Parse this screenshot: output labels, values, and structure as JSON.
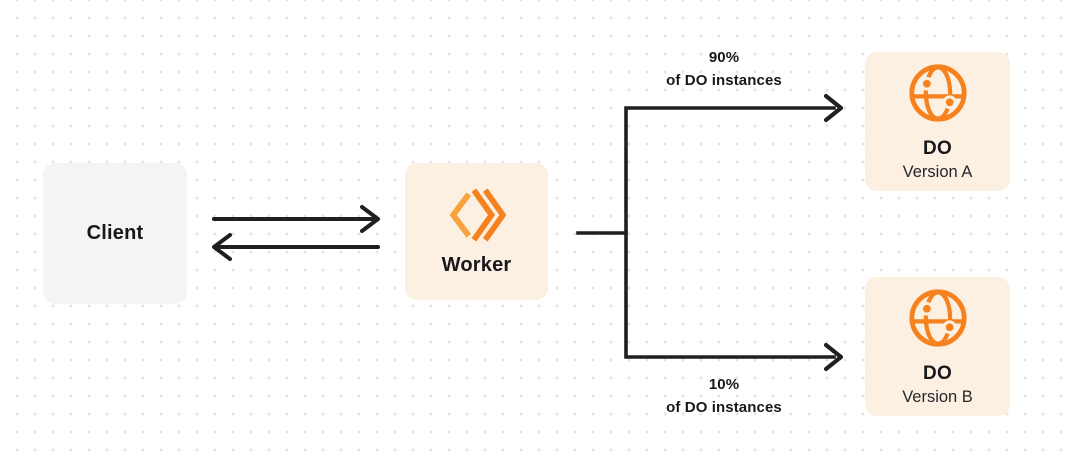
{
  "colors": {
    "background": "#ffffff",
    "dot-grid": "#e4e4e7",
    "line": "#1f1f1f",
    "text": "#18181b",
    "text-secondary": "#27272a",
    "node-gray": "#f4f4f5",
    "node-peach": "#fbf0e1",
    "orange": "#f6821f",
    "orange-light": "#f9a13d"
  },
  "nodes": {
    "client": {
      "label": "Client"
    },
    "worker": {
      "label": "Worker",
      "icon": "cloudflare-workers-icon"
    },
    "do_version_a": {
      "title": "DO",
      "subtitle": "Version A",
      "icon": "durable-object-globe-icon"
    },
    "do_version_b": {
      "title": "DO",
      "subtitle": "Version B",
      "icon": "durable-object-globe-icon"
    }
  },
  "edges": {
    "client_worker": {
      "type": "bidirectional-arrows"
    },
    "worker_to_a": {
      "percent": "90%",
      "caption": "of DO instances"
    },
    "worker_to_b": {
      "percent": "10%",
      "caption": "of DO instances"
    }
  }
}
